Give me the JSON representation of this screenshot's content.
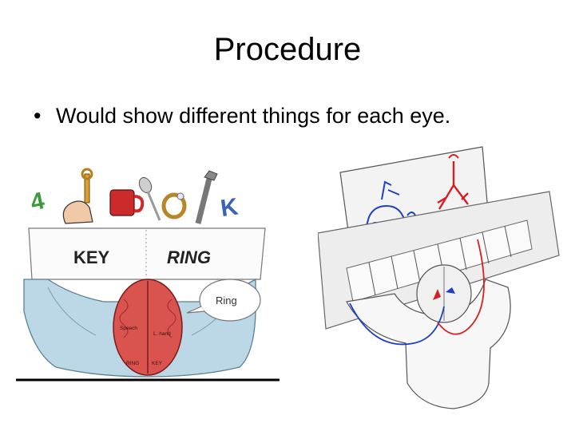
{
  "slide": {
    "title": "Procedure",
    "bullets": [
      {
        "marker": "•",
        "text": "Would show different things for each eye."
      }
    ]
  },
  "left_figure": {
    "card_left_word": "KEY",
    "card_right_word": "RING",
    "speech_bubble_text": "Ring",
    "brain_left_label": "Speech",
    "brain_right_label": "L. hand",
    "brain_bottom_left": "RING",
    "brain_bottom_right": "KEY"
  },
  "colors": {
    "brain_red": "#d9534f",
    "shirt_blue": "#bcd7e6",
    "drawing_blue": "#1c3fc4",
    "drawing_red": "#d62020"
  }
}
